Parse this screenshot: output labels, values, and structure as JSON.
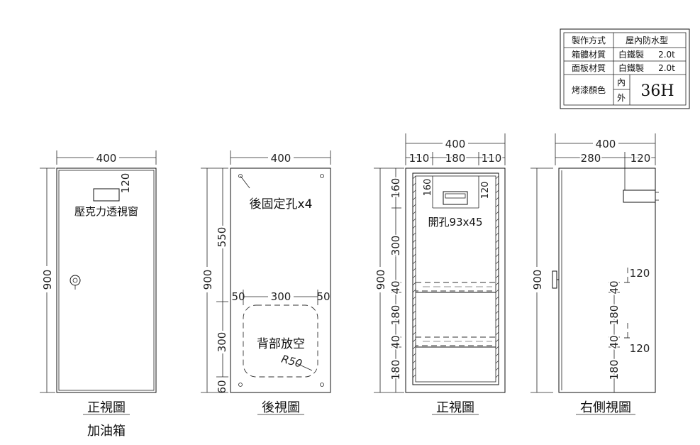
{
  "spec_table": {
    "rows": [
      {
        "label": "製作方式",
        "value": "屋內防水型"
      },
      {
        "label": "箱體材質",
        "value": "白鐵製",
        "thickness": "2.0t"
      },
      {
        "label": "面板材質",
        "value": "白鐵製",
        "thickness": "2.0t"
      },
      {
        "label": "烤漆顏色",
        "inner": "內",
        "outer": "外",
        "code": "36H"
      }
    ]
  },
  "views": {
    "front": {
      "width_dim": "400",
      "height_dim": "900",
      "window_dim": "120",
      "window_label": "壓克力透視窗",
      "caption": "正視圖",
      "subcaption": "加油箱"
    },
    "back": {
      "width_dim": "400",
      "height_dim": "900",
      "dim_550": "550",
      "dim_300": "300",
      "dim_60": "60",
      "dim_50_left": "50",
      "dim_300_mid": "300",
      "dim_50_right": "50",
      "holes_label": "後固定孔x4",
      "cutout_label": "背部放空",
      "radius_label": "R50",
      "caption": "後視圖"
    },
    "front_inner": {
      "width_dim": "400",
      "dim_110_left": "110",
      "dim_180": "180",
      "dim_110_right": "110",
      "height_dim": "900",
      "dim_160": "160",
      "dim_300": "300",
      "dim_40a": "40",
      "dim_180a": "180",
      "dim_40b": "40",
      "dim_180b": "180",
      "inner_160": "160",
      "inner_120": "120",
      "hole_label": "開孔93x45",
      "caption": "正視圖"
    },
    "side": {
      "width_dim": "400",
      "dim_280": "280",
      "dim_120": "120",
      "height_dim": "900",
      "shelf_120a": "120",
      "shelf_120b": "120",
      "dim_40a": "40",
      "dim_180a": "180",
      "dim_40b": "40",
      "dim_180b": "180",
      "caption": "右側視圖"
    }
  }
}
